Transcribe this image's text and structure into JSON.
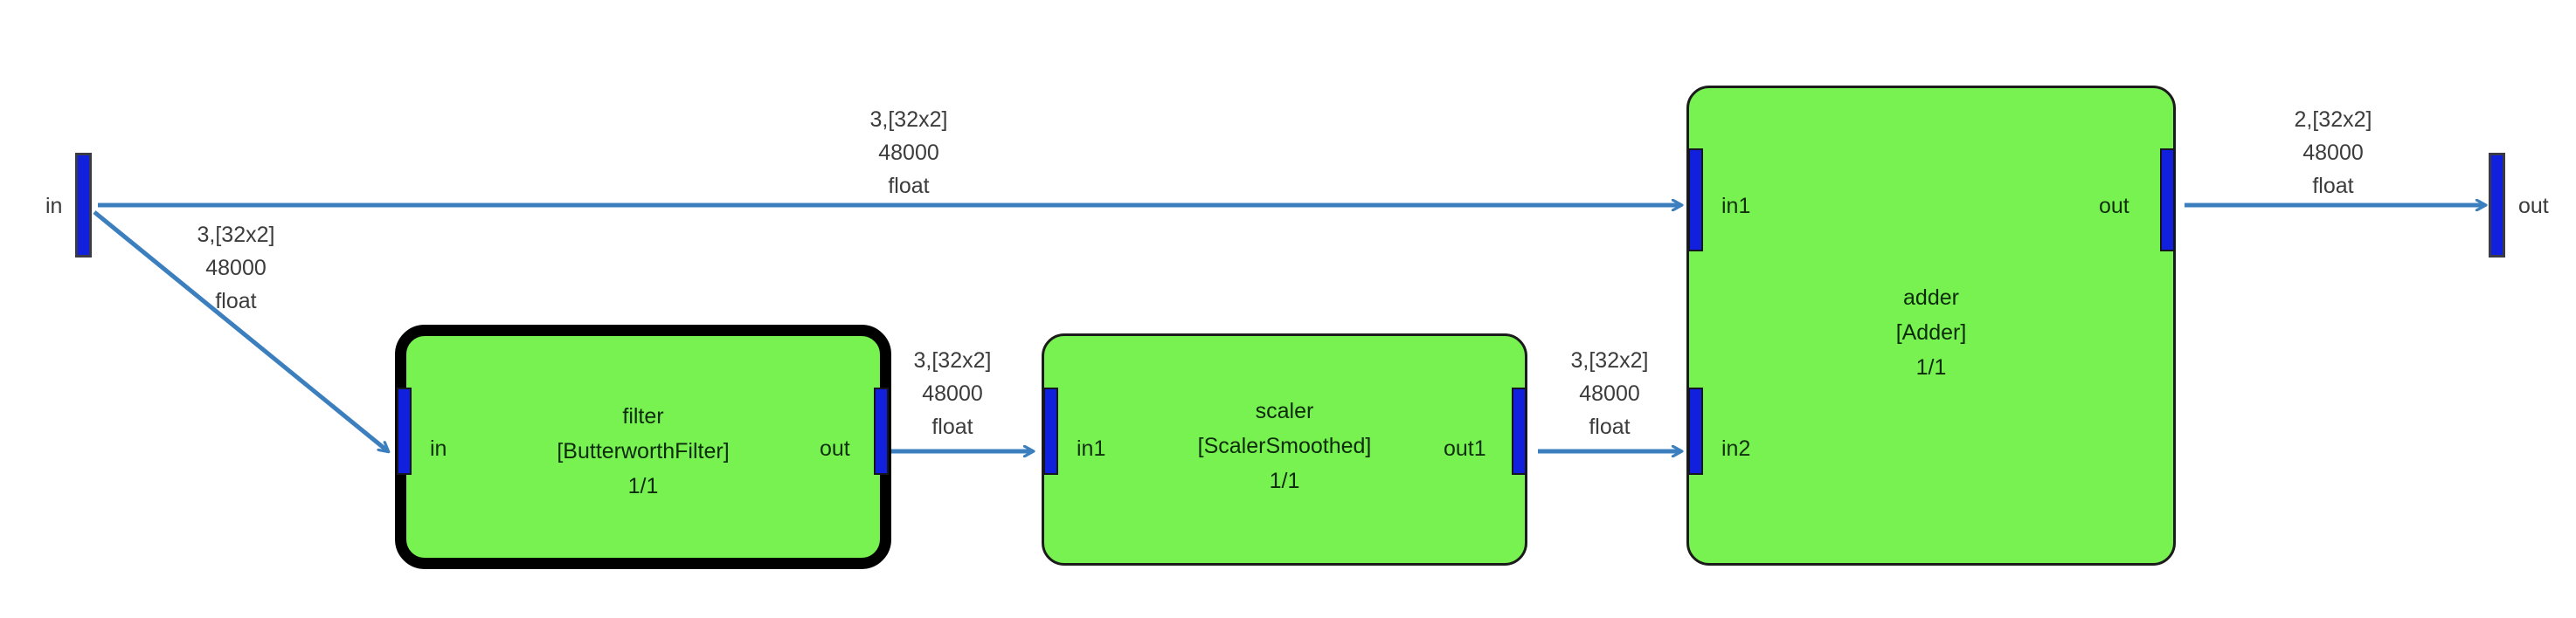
{
  "diagram": {
    "type": "signal-flow-graph",
    "background": "#ffffff",
    "colors": {
      "block_fill": "#77f250",
      "block_border": "#1b1b1b",
      "selected_border": "#000000",
      "port_blue": "#1020dd",
      "wire": "#3c7fbf",
      "label_text": "#3c3c3c"
    }
  },
  "io_ports": {
    "input": {
      "label": "in"
    },
    "output": {
      "label": "out"
    }
  },
  "blocks": [
    {
      "id": "filter",
      "name": "filter",
      "type": "[ButterworthFilter]",
      "ratio": "1/1",
      "selected": true,
      "inputs": [
        "in"
      ],
      "outputs": [
        "out"
      ]
    },
    {
      "id": "scaler",
      "name": "scaler",
      "type": "[ScalerSmoothed]",
      "ratio": "1/1",
      "selected": false,
      "inputs": [
        "in1"
      ],
      "outputs": [
        "out1"
      ]
    },
    {
      "id": "adder",
      "name": "adder",
      "type": "[Adder]",
      "ratio": "1/1",
      "selected": false,
      "inputs": [
        "in1",
        "in2"
      ],
      "outputs": [
        "out"
      ]
    }
  ],
  "edges": [
    {
      "id": "in-to-adder-in1",
      "from": "in",
      "to": "adder.in1",
      "label": {
        "line1": "3,[32x2]",
        "line2": "48000",
        "line3": "float"
      }
    },
    {
      "id": "in-to-filter-in",
      "from": "in",
      "to": "filter.in",
      "label": {
        "line1": "3,[32x2]",
        "line2": "48000",
        "line3": "float"
      }
    },
    {
      "id": "filter-out-to-scaler-in1",
      "from": "filter.out",
      "to": "scaler.in1",
      "label": {
        "line1": "3,[32x2]",
        "line2": "48000",
        "line3": "float"
      }
    },
    {
      "id": "scaler-out1-to-adder-in2",
      "from": "scaler.out1",
      "to": "adder.in2",
      "label": {
        "line1": "3,[32x2]",
        "line2": "48000",
        "line3": "float"
      }
    },
    {
      "id": "adder-out-to-out",
      "from": "adder.out",
      "to": "out",
      "label": {
        "line1": "2,[32x2]",
        "line2": "48000",
        "line3": "float"
      }
    }
  ]
}
